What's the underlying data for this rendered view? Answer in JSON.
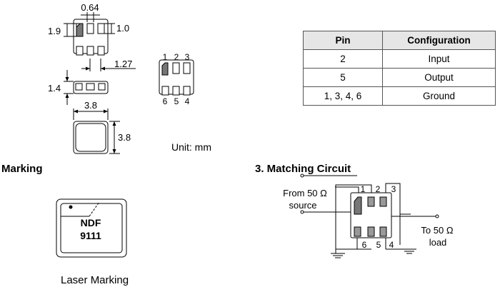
{
  "package": {
    "dims": [
      "0.64",
      "1.9",
      "1.0",
      "1.27",
      "1.4",
      "3.8",
      "3.8"
    ],
    "top_pins": [
      "1",
      "2",
      "3"
    ],
    "bottom_pins": [
      "6",
      "5",
      "4"
    ],
    "unit": "Unit: mm"
  },
  "pin_table": {
    "headers": [
      "Pin",
      "Configuration"
    ],
    "rows": [
      {
        "pin": "2",
        "config": "Input"
      },
      {
        "pin": "5",
        "config": "Output"
      },
      {
        "pin": "1, 3, 4, 6",
        "config": "Ground"
      }
    ]
  },
  "marking": {
    "heading": "Marking",
    "line1": "NDF",
    "line2": "9111",
    "caption": "Laser Marking"
  },
  "matching": {
    "heading": "3. Matching Circuit",
    "from_line1": "From 50 Ω",
    "from_line2": "source",
    "to_line1": "To 50 Ω",
    "to_line2": "load",
    "pins": [
      "1",
      "2",
      "3",
      "6",
      "5",
      "4"
    ]
  }
}
